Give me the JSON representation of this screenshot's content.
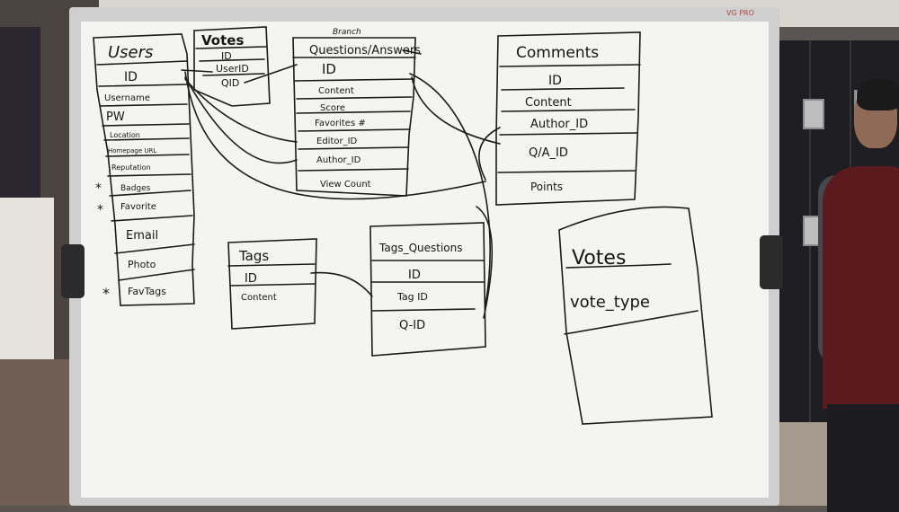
{
  "board": {
    "brand": "VG PRO",
    "tables": {
      "users": {
        "title": "Users",
        "fields": [
          "ID",
          "Username",
          "PW",
          "Location",
          "Homepage URL",
          "Reputation",
          "Badges",
          "Favorite",
          "Email",
          "Photo",
          "FavTags"
        ]
      },
      "votes_small": {
        "title": "Votes",
        "fields": [
          "ID",
          "UserID",
          "QID"
        ]
      },
      "questions_answers": {
        "note": "Branch",
        "title": "Questions/Answers",
        "fields": [
          "ID",
          "Content",
          "Score",
          "Favorites #",
          "Editor_ID",
          "Author_ID",
          "View Count"
        ]
      },
      "comments": {
        "title": "Comments",
        "fields": [
          "ID",
          "Content",
          "Author_ID",
          "Q/A_ID",
          "Points"
        ]
      },
      "tags": {
        "title": "Tags",
        "fields": [
          "ID",
          "Content"
        ]
      },
      "tags_questions": {
        "title": "Tags_Questions",
        "fields": [
          "ID",
          "Tag ID",
          "Q-ID"
        ]
      },
      "votes_large": {
        "title": "Votes",
        "fields": [
          "vote_type"
        ]
      }
    },
    "star_marks": [
      "*",
      "*",
      "*"
    ]
  }
}
